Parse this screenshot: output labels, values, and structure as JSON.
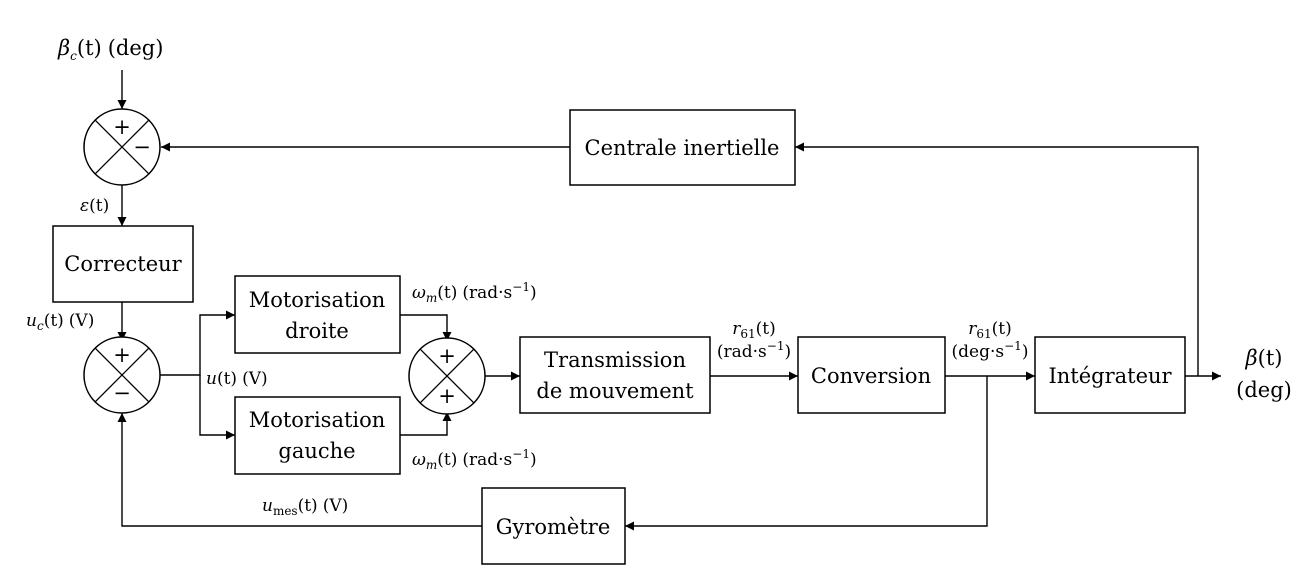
{
  "blocks": {
    "centrale": "Centrale inertielle",
    "correcteur": "Correcteur",
    "motor_droite_l1": "Motorisation",
    "motor_droite_l2": "droite",
    "motor_gauche_l1": "Motorisation",
    "motor_gauche_l2": "gauche",
    "transmission_l1": "Transmission",
    "transmission_l2": "de mouvement",
    "conversion": "Conversion",
    "integrateur": "Intégrateur",
    "gyrometre": "Gyromètre"
  },
  "signals": {
    "beta_c": {
      "sym": "β",
      "sub": "c",
      "arg": "(t)",
      "unit": "(deg)"
    },
    "epsilon": {
      "sym": "ε",
      "arg": "(t)"
    },
    "u_c": {
      "sym": "u",
      "sub": "c",
      "arg": "(t)",
      "unit": "(V)"
    },
    "u": {
      "sym": "u",
      "arg": "(t)",
      "unit": "(V)"
    },
    "omega_top": {
      "sym": "ω",
      "sub": "m",
      "arg": "(t)",
      "unit_base": "(rad·s",
      "unit_exp": "−1",
      "unit_close": ")"
    },
    "omega_bot": {
      "sym": "ω",
      "sub": "m",
      "arg": "(t)",
      "unit_base": "(rad·s",
      "unit_exp": "−1",
      "unit_close": ")"
    },
    "r61_rad": {
      "sym": "r",
      "sub": "61",
      "arg": "(t)",
      "unit_base": "(rad·s",
      "unit_exp": "−1",
      "unit_close": ")"
    },
    "r61_deg": {
      "sym": "r",
      "sub": "61",
      "arg": "(t)",
      "unit_base": "(deg·s",
      "unit_exp": "−1",
      "unit_close": ")"
    },
    "beta": {
      "sym": "β",
      "arg": "(t)",
      "unit": "(deg)"
    },
    "u_mes": {
      "sym": "u",
      "sub": "mes",
      "arg": "(t)",
      "unit": "(V)"
    }
  },
  "signs": {
    "sum1_top": "+",
    "sum1_right": "−",
    "sum2_top": "+",
    "sum2_bottom": "−",
    "sum3_top": "+",
    "sum3_bottom": "+"
  }
}
